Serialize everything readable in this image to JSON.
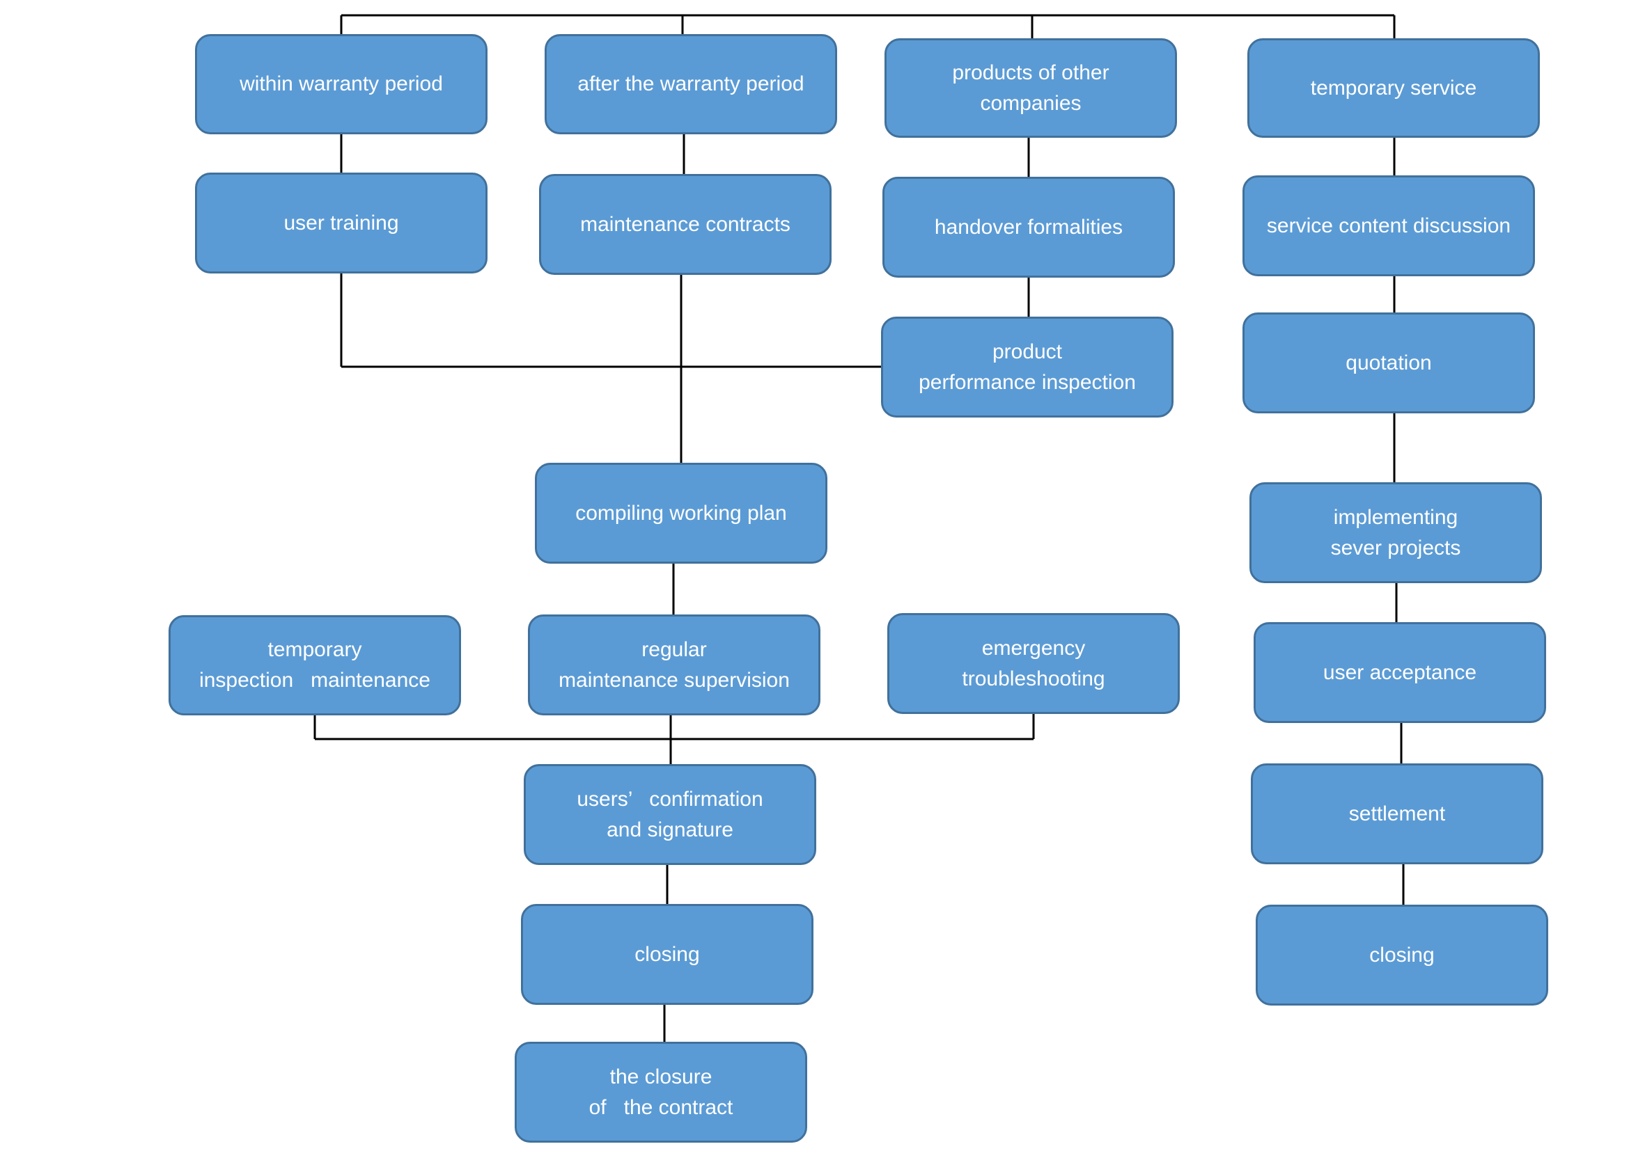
{
  "colors": {
    "box_fill": "#5b9bd5",
    "box_border": "#41719c",
    "box_text": "#ffffff",
    "connector": "#000000",
    "background": "#ffffff"
  },
  "nodes": {
    "within_warranty": "within warranty period",
    "after_warranty": "after the warranty period",
    "other_companies": "products of other\ncompanies",
    "temporary_service": "temporary service",
    "user_training": "user training",
    "maintenance_contracts": "maintenance contracts",
    "handover_formalities": "handover formalities",
    "service_content_discussion": "service content discussion",
    "product_performance_inspection": "product\nperformance inspection",
    "quotation": "quotation",
    "compiling_working_plan": "compiling working plan",
    "implementing_projects": "implementing\nsever projects",
    "temporary_inspection": "temporary\ninspection   maintenance",
    "regular_maintenance": "regular\nmaintenance supervision",
    "emergency_troubleshooting": "emergency\ntroubleshooting",
    "user_acceptance": "user acceptance",
    "users_confirmation": "users’   confirmation\nand signature",
    "settlement": "settlement",
    "closing_left": "closing",
    "closing_right": "closing",
    "closure_of_contract": "the closure\nof   the contract"
  }
}
